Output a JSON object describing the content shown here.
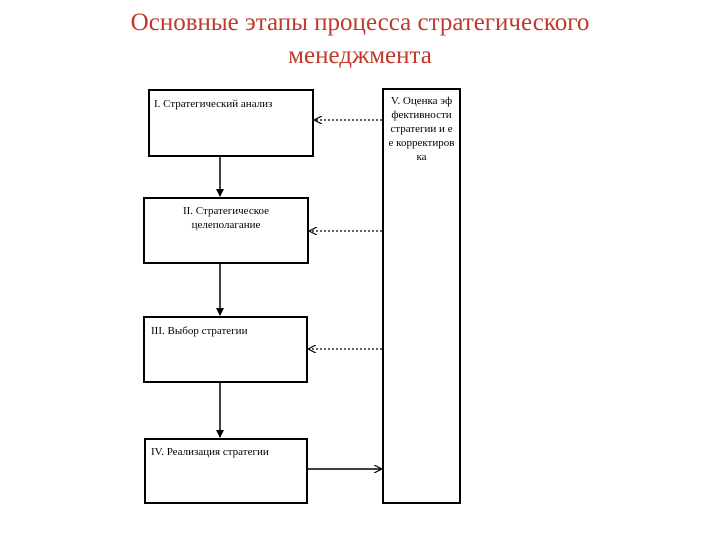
{
  "title": {
    "line1": "Основные этапы процесса стратегического",
    "line2": "менеджмента"
  },
  "stages": [
    {
      "label": "I. Стратегический анализ"
    },
    {
      "label": "II. Стратегическое целеполагание"
    },
    {
      "label": "III. Выбор стратегии"
    },
    {
      "label": "IV. Реализация стратегии"
    }
  ],
  "evaluation": {
    "label": "V. Оценка эффективности стратегии и ее корректировка"
  },
  "colors": {
    "title": "#c0392b",
    "lines": "#000000"
  }
}
